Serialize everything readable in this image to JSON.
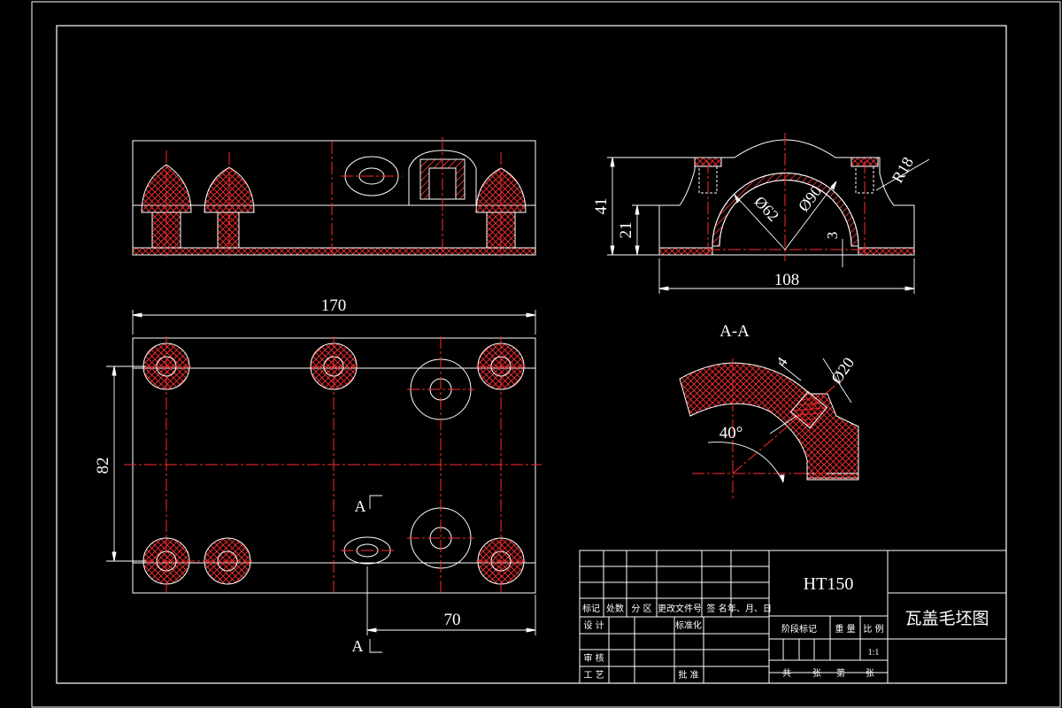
{
  "colors": {
    "background": "#000000",
    "line": "#ffffff",
    "center_line": "#ff2a2a",
    "hatch": "#ff3030"
  },
  "top_view": {
    "dim_length": "170",
    "dim_width": "82",
    "dim_offset": "70",
    "section_mark_top": "A",
    "section_mark_bottom": "A"
  },
  "side_view": {
    "dim_height": "41",
    "dim_mid_height": "21",
    "dim_length": "108",
    "dim_inner_dia": "Ø62",
    "dim_outer_dia": "Ø90",
    "dim_thickness": "3",
    "dim_radius": "R18"
  },
  "section_view": {
    "title": "A-A",
    "dim_angle": "40°",
    "dim_hole": "Ø20",
    "dim_depth": "4"
  },
  "title_block": {
    "material": "HT150",
    "drawing_name": "瓦盖毛坯图",
    "scale": "1:1",
    "col_mark": "标记",
    "col_count": "处数",
    "col_zone": "分 区",
    "col_doc": "更改文件号",
    "col_sign": "签 名",
    "col_date": "年、月、日",
    "row_design": "设 计",
    "row_standard": "标准化",
    "row_review": "审 核",
    "row_process": "工 艺",
    "row_approve": "批 准",
    "stage_mark": "阶段标记",
    "weight": "重 量",
    "ratio": "比 例",
    "sheets_total": "共",
    "sheets_word": "张",
    "sheet_no": "第",
    "sheets_word2": "张"
  }
}
